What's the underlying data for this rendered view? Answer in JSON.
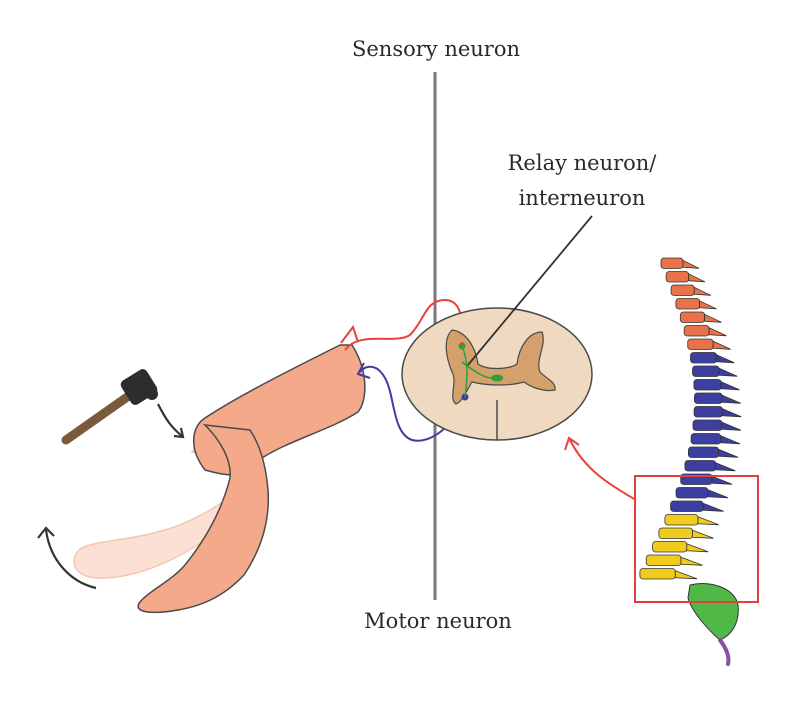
{
  "labels": {
    "sensory": "Sensory neuron",
    "relay_line1": "Relay neuron/",
    "relay_line2": "interneuron",
    "motor": "Motor neuron"
  },
  "colors": {
    "sensory_path": "#e8413f",
    "motor_path": "#3d3fa0",
    "interneuron": "#2e9e3e",
    "leg_skin": "#f4a98b",
    "leg_faded": "#fbe0d3",
    "spinal_cord_outer": "#efd9c0",
    "grey_matter": "#d4a06b",
    "cervical": "#e8734a",
    "thoracic": "#3d3fa0",
    "lumbar": "#f2cc1c",
    "sacral": "#4fb847",
    "coccyx": "#8a4fa8",
    "highlight_box": "#e04040",
    "hammer_handle": "#7a5a3a",
    "hammer_head": "#2d2d2d"
  },
  "icons": {
    "hammer": "reflex-hammer-icon",
    "tap_arrow": "curved-arrow-icon",
    "kick_arrow": "curved-arrow-icon",
    "zoom_arrow": "curved-arrow-icon"
  }
}
